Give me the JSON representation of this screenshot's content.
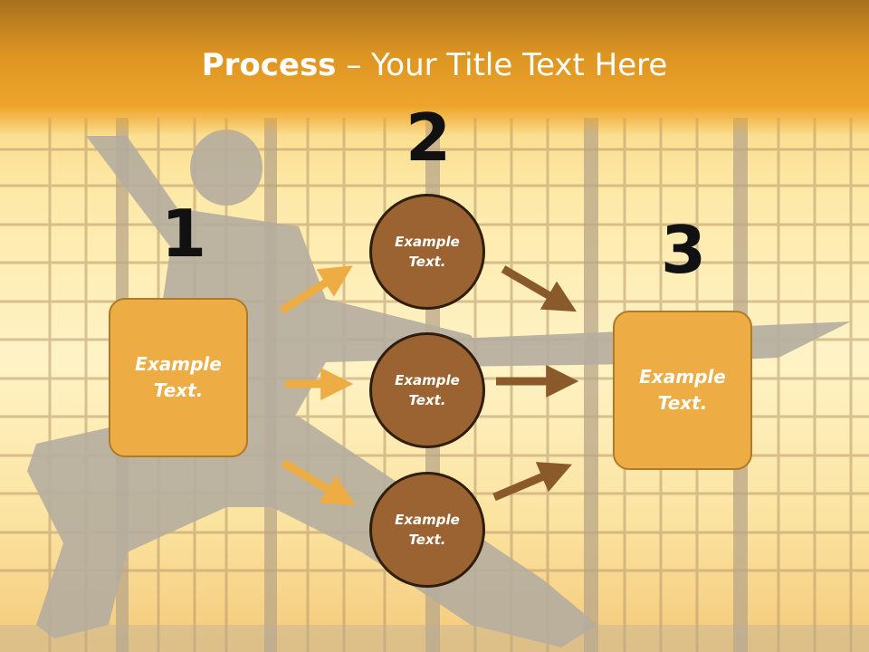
{
  "title": {
    "bold": "Process",
    "rest": " – Your Title Text Here"
  },
  "steps": [
    {
      "number": "1",
      "label": "Example\nText."
    },
    {
      "number": "2",
      "label": "Example\nText."
    },
    {
      "number": "3",
      "label": "Example\nText."
    }
  ],
  "circles": [
    {
      "label": "Example\nText."
    },
    {
      "label": "Example\nText."
    },
    {
      "label": "Example\nText."
    }
  ],
  "colors": {
    "box_fill": "#eeac45",
    "circle_fill": "#9b6331",
    "arrow_light": "#eeac45",
    "arrow_dark": "#8b5a2b",
    "header": "#eda52c"
  }
}
